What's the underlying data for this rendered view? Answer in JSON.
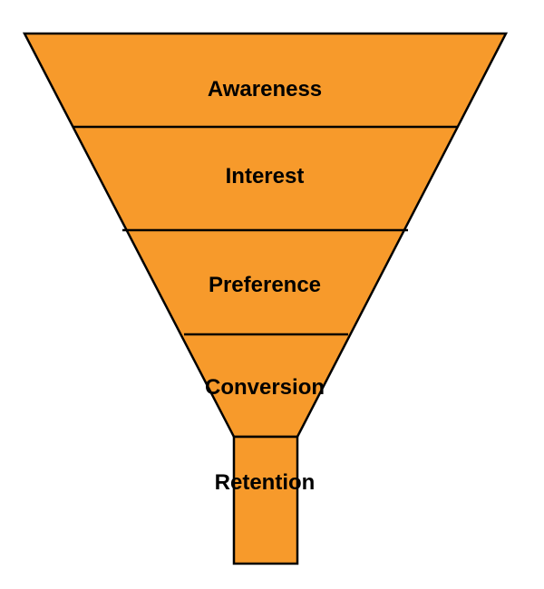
{
  "funnel": {
    "stages": [
      {
        "label": "Awareness"
      },
      {
        "label": "Interest"
      },
      {
        "label": "Preference"
      },
      {
        "label": "Conversion"
      },
      {
        "label": "Retention"
      }
    ]
  },
  "colors": {
    "fill": "#F79A2B",
    "stroke": "#000000",
    "text": "#000000",
    "background": "#FFFFFF"
  }
}
